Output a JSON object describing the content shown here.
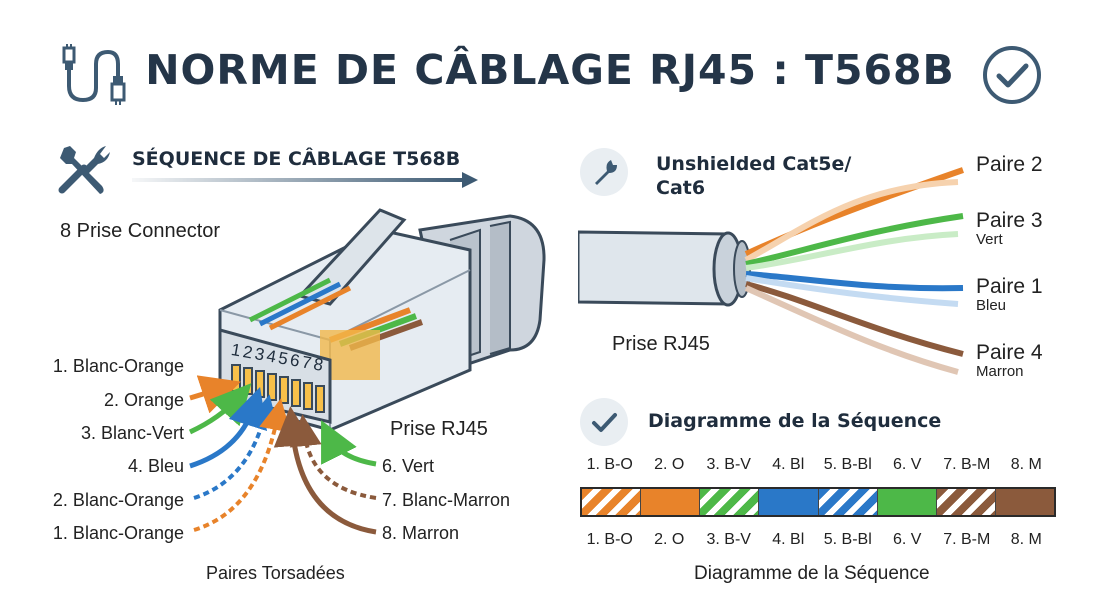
{
  "title": "NORME DE CÂBLAGE RJ45 : T568B",
  "left": {
    "heading": "SÉQUENCE DE CÂBLAGE T568B",
    "connector_label": "8 Prise Connector",
    "pin_numbers": "12345678",
    "plug_label": "Prise RJ45",
    "left_wires": [
      "1. Blanc-Orange",
      "2. Orange",
      "3. Blanc-Vert",
      "4. Bleu",
      "2. Blanc-Orange",
      "1. Blanc-Orange"
    ],
    "right_wires": [
      "6. Vert",
      "7. Blanc-Marron",
      "8. Marron"
    ],
    "footer": "Paires Torsadées"
  },
  "right": {
    "cable_heading_line1": "Unshielded Cat5e/",
    "cable_heading_line2": "Cat6",
    "plug_label": "Prise RJ45",
    "pairs": [
      {
        "title": "Paire 2",
        "sub": ""
      },
      {
        "title": "Paire 3",
        "sub": "Vert"
      },
      {
        "title": "Paire 1",
        "sub": "Bleu"
      },
      {
        "title": "Paire 4",
        "sub": "Marron"
      }
    ],
    "sequence_heading": "Diagramme de la Séquence",
    "sequence_labels": [
      "1. B-O",
      "2. O",
      "3. B-V",
      "4. Bl",
      "5. B-Bl",
      "6. V",
      "7. B-M",
      "8. M"
    ],
    "sequence_colors": [
      {
        "base": "#e8832a",
        "striped": true
      },
      {
        "base": "#e8832a",
        "striped": false
      },
      {
        "base": "#4db848",
        "striped": true
      },
      {
        "base": "#2a78c8",
        "striped": false
      },
      {
        "base": "#2a78c8",
        "striped": true
      },
      {
        "base": "#4db848",
        "striped": false
      },
      {
        "base": "#8b5a3c",
        "striped": true
      },
      {
        "base": "#8b5a3c",
        "striped": false
      }
    ],
    "sequence_footer": "Diagramme de la Séquence"
  },
  "colors": {
    "orange": "#e8832a",
    "green": "#4db848",
    "blue": "#2a78c8",
    "brown": "#8b5a3c",
    "navy": "#243548",
    "icon": "#3d5a73"
  },
  "icons": [
    "cable-icon",
    "check-circle-icon",
    "tools-icon",
    "wrench-icon",
    "check-icon"
  ]
}
